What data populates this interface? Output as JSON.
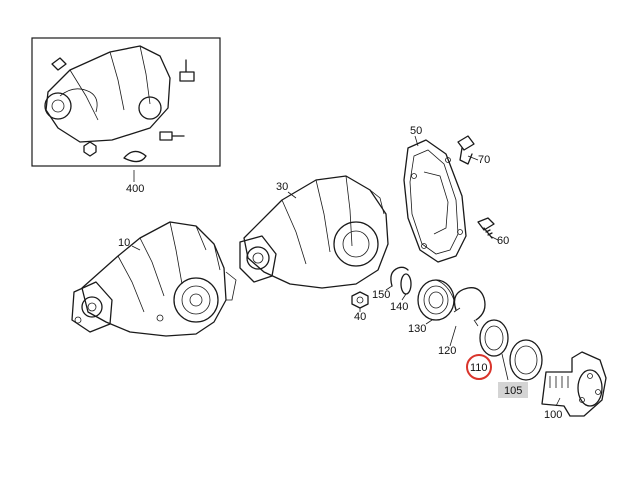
{
  "callouts": {
    "p10": "10",
    "p30": "30",
    "p40": "40",
    "p50": "50",
    "p60": "60",
    "p70": "70",
    "p100": "100",
    "p105": "105",
    "p110": "110",
    "p120": "120",
    "p130": "130",
    "p140": "140",
    "p150": "150",
    "p400": "400"
  },
  "highlighted_part": "110",
  "colors": {
    "line": "#1a1a1a",
    "highlight_ring": "#d9342b",
    "label_box": "#d4d4d4"
  }
}
